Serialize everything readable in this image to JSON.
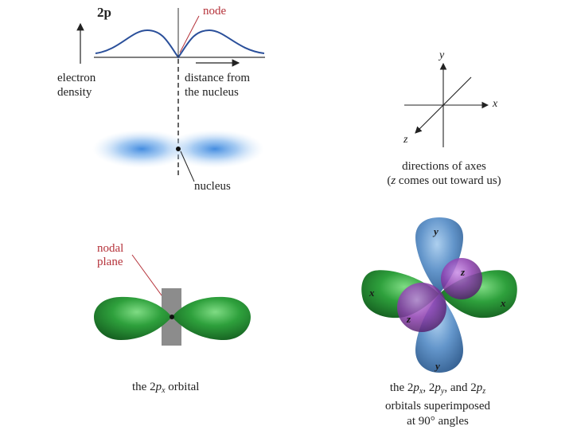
{
  "colors": {
    "curve": "#2a4f9a",
    "red_label": "#b5323a",
    "cloud": "#3f8ee0",
    "green_lobe": "#2a9a3a",
    "blue_lobe": "#5a8fc6",
    "purple_lobe": "#8e3fb0",
    "gray_plane": "#8c8c8c"
  },
  "density_plot": {
    "title": "2p",
    "node_label": "node",
    "y_axis_label_line1": "electron",
    "y_axis_label_line2": "density",
    "x_axis_label_line1": "distance from",
    "x_axis_label_line2": "the nucleus",
    "nucleus_label": "nucleus"
  },
  "axes_panel": {
    "x": "x",
    "y": "y",
    "z": "z",
    "caption_line1": "directions of axes",
    "caption_line2_pre": "(",
    "caption_line2_var": "z",
    "caption_line2_post": " comes out toward us)"
  },
  "px_panel": {
    "nodal_line1": "nodal",
    "nodal_line2": "plane",
    "caption_pre": "the 2",
    "caption_p": "p",
    "caption_sub": "x",
    "caption_post": " orbital"
  },
  "combined_panel": {
    "label_x_left": "x",
    "label_x_right": "x",
    "label_y_top": "y",
    "label_y_bottom": "y",
    "label_z_front": "z",
    "label_z_back": "z",
    "caption_l1_the": "the 2",
    "p1": "p",
    "s1": "x",
    "sep1": ", 2",
    "p2": "p",
    "s2": "y",
    "sep2": ", and 2",
    "p3": "p",
    "s3": "z",
    "caption_line2": "orbitals superimposed",
    "caption_line3": "at 90° angles"
  }
}
